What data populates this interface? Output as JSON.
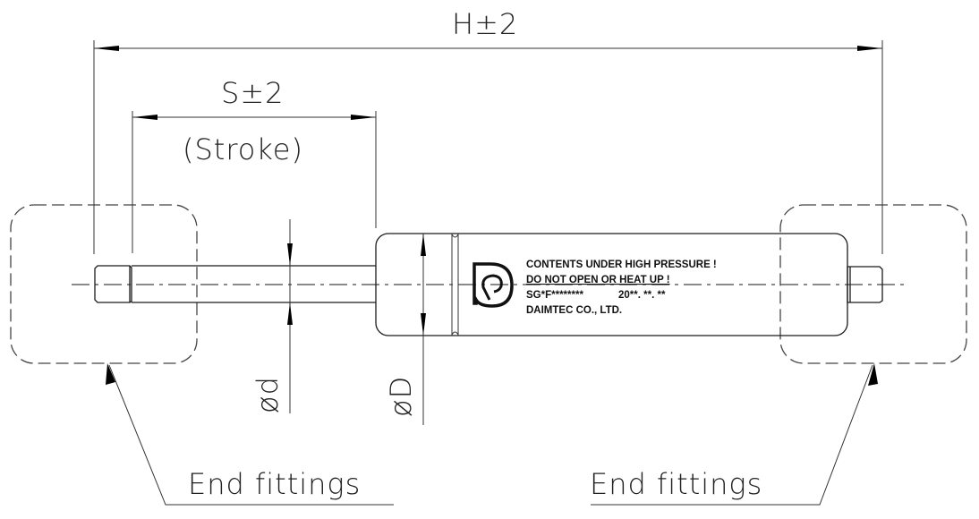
{
  "drawing": {
    "title": "Gas spring dimension drawing",
    "dimensions": {
      "overall_length": "H±2",
      "stroke": "S±2",
      "stroke_note": "(Stroke)",
      "rod_diameter": "ød",
      "body_diameter": "øD"
    },
    "callouts": {
      "left_end_fitting": "End fittings",
      "right_end_fitting": "End fittings"
    },
    "body_label": {
      "line1": "CONTENTS UNDER HIGH PRESSURE !",
      "line2": "DO NOT OPEN OR HEAT UP !",
      "line3_code": "SG*F********",
      "line3_date": "20**. **. **",
      "line4": "DAIMTEC CO., LTD."
    },
    "logo": "daimtec-logo"
  }
}
